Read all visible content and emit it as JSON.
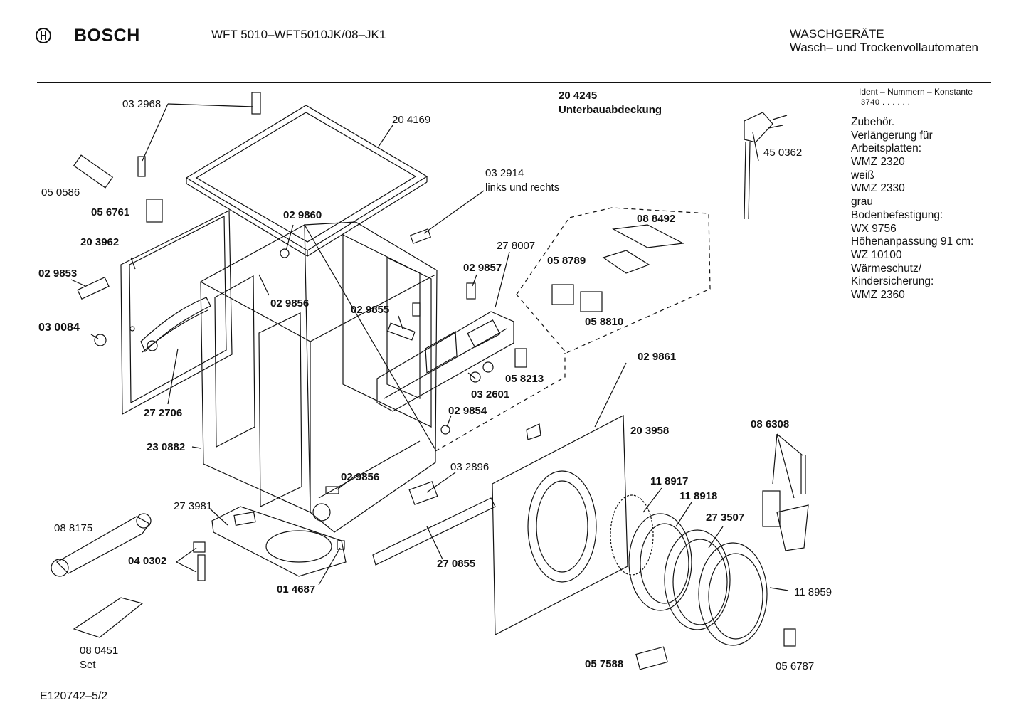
{
  "header": {
    "brand": "BOSCH",
    "model": "WFT 5010–WFT5010JK/08–JK1",
    "category_line1": "WASCHGERÄTE",
    "category_line2": "Wasch– und Trockenvollautomaten"
  },
  "ident": {
    "label": "Ident – Nummern – Konstante",
    "value": "3740  .  .  .  .  .  ."
  },
  "accessories": {
    "lines": [
      "Zubehör.",
      "Verlängerung für",
      "Arbeitsplatten:",
      "WMZ 2320",
      "weiß",
      "WMZ 2330",
      "grau",
      "Bodenbefestigung:",
      "WX 9756",
      "Höhenanpassung 91 cm:",
      "WZ 10100",
      "Wärmeschutz/",
      "Kindersicherung:",
      "WMZ 2360"
    ]
  },
  "subassembly": {
    "number": "20 4245",
    "name": "Unterbauabdeckung"
  },
  "footer": {
    "drawing_number": "E120742–5/2"
  },
  "parts": [
    {
      "id": "p032968",
      "text": "03 2968",
      "bold": false
    },
    {
      "id": "p204169",
      "text": "20 4169",
      "bold": false
    },
    {
      "id": "p050586",
      "text": "05 0586",
      "bold": false
    },
    {
      "id": "p056761",
      "text": "05 6761",
      "bold": true
    },
    {
      "id": "p029860",
      "text": "02 9860",
      "bold": true
    },
    {
      "id": "p203962",
      "text": "20 3962",
      "bold": true
    },
    {
      "id": "p029853",
      "text": "02 9853",
      "bold": true
    },
    {
      "id": "p029856a",
      "text": "02 9856",
      "bold": true
    },
    {
      "id": "p030084",
      "text": "03 0084",
      "bold": true
    },
    {
      "id": "p032914",
      "text": "03 2914",
      "bold": false
    },
    {
      "id": "p032914n",
      "text": "links und rechts",
      "bold": false
    },
    {
      "id": "p278007",
      "text": "27 8007",
      "bold": false
    },
    {
      "id": "p029857",
      "text": "02 9857",
      "bold": true
    },
    {
      "id": "p029855",
      "text": "02 9855",
      "bold": true
    },
    {
      "id": "p088492",
      "text": "08 8492",
      "bold": true
    },
    {
      "id": "p058789",
      "text": "05 8789",
      "bold": true
    },
    {
      "id": "p058810",
      "text": "05 8810",
      "bold": true
    },
    {
      "id": "p450362",
      "text": "45 0362",
      "bold": false
    },
    {
      "id": "p058213",
      "text": "05 8213",
      "bold": true
    },
    {
      "id": "p032601",
      "text": "03 2601",
      "bold": true
    },
    {
      "id": "p272706",
      "text": "27 2706",
      "bold": true
    },
    {
      "id": "p029861",
      "text": "02 9861",
      "bold": true
    },
    {
      "id": "p029854",
      "text": "02 9854",
      "bold": true
    },
    {
      "id": "p203958",
      "text": "20 3958",
      "bold": true
    },
    {
      "id": "p086308",
      "text": "08 6308",
      "bold": true
    },
    {
      "id": "p230882",
      "text": "23 0882",
      "bold": true
    },
    {
      "id": "p029856b",
      "text": "02 9856",
      "bold": true
    },
    {
      "id": "p032896",
      "text": "03 2896",
      "bold": false
    },
    {
      "id": "p118917",
      "text": "11 8917",
      "bold": true
    },
    {
      "id": "p118918",
      "text": "11 8918",
      "bold": true
    },
    {
      "id": "p273981",
      "text": "27 3981",
      "bold": false
    },
    {
      "id": "p088175",
      "text": "08 8175",
      "bold": false
    },
    {
      "id": "p273507",
      "text": "27 3507",
      "bold": true
    },
    {
      "id": "p040302",
      "text": "04 0302",
      "bold": true
    },
    {
      "id": "p270855",
      "text": "27 0855",
      "bold": true
    },
    {
      "id": "p014687",
      "text": "01 4687",
      "bold": true
    },
    {
      "id": "p118959",
      "text": "11 8959",
      "bold": false
    },
    {
      "id": "p080451",
      "text": "08 0451",
      "bold": false
    },
    {
      "id": "p080451s",
      "text": "Set",
      "bold": false
    },
    {
      "id": "p057588",
      "text": "05 7588",
      "bold": true
    },
    {
      "id": "p056787",
      "text": "05 6787",
      "bold": false
    }
  ]
}
